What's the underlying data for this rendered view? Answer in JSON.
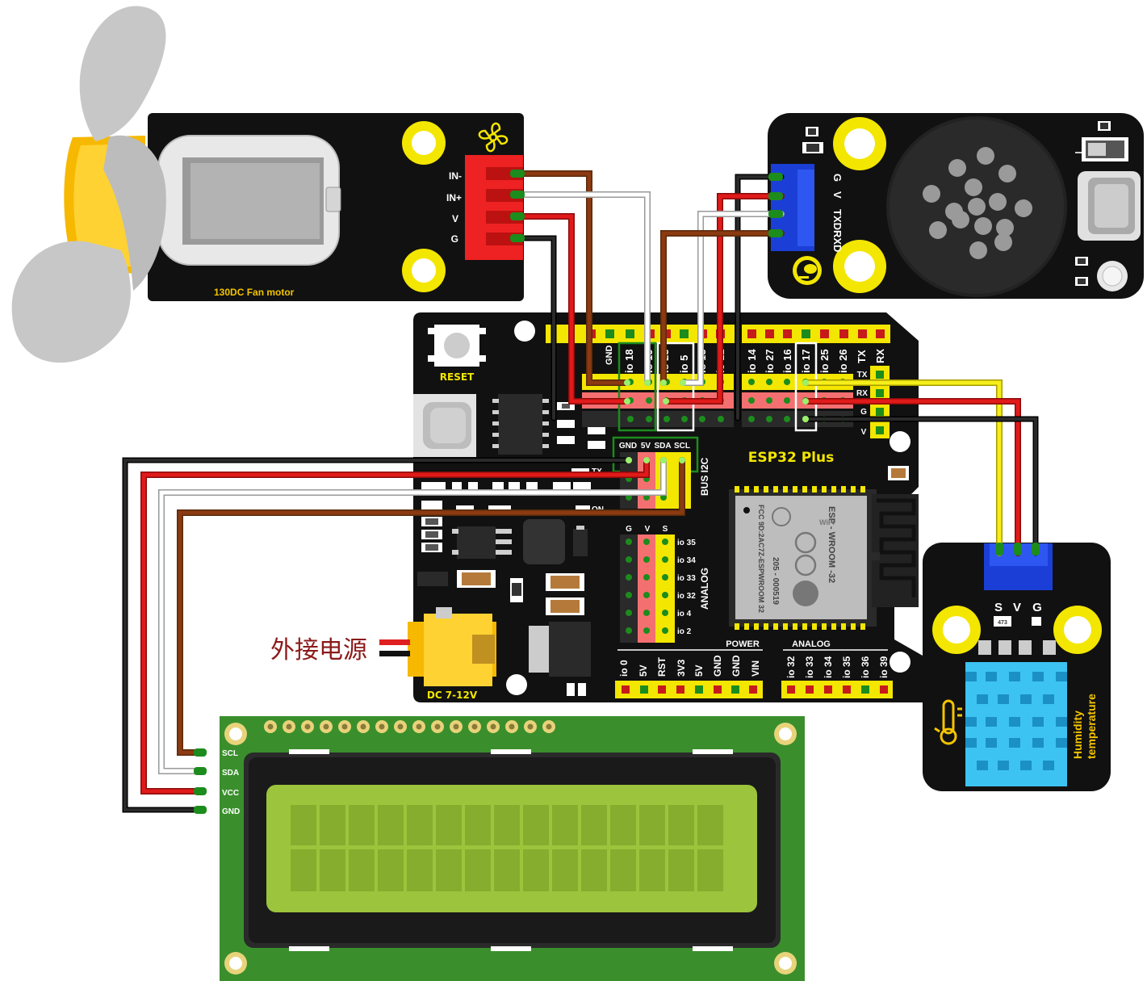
{
  "fan": {
    "caption": "130DC Fan motor",
    "pins": [
      "IN-",
      "IN+",
      "V",
      "G"
    ]
  },
  "voice": {
    "pins": [
      "G",
      "V",
      "TXD",
      "RXD"
    ]
  },
  "board": {
    "reset": "RESET",
    "title": "ESP32 Plus",
    "power_jack": "DC 7-12V",
    "external_power": "外接电源",
    "top_left_labels": [
      "GND",
      "io 18",
      "io 19",
      "io 23",
      "io 5",
      "io 13",
      "io 12"
    ],
    "top_right_labels": [
      "io 14",
      "io 27",
      "io 16",
      "io 17",
      "io 25",
      "io 26",
      "TX",
      "RX"
    ],
    "uart_side": [
      "TX",
      "RX",
      "G",
      "V"
    ],
    "i2c_labels": [
      "GND",
      "5V",
      "SDA",
      "SCL"
    ],
    "i2c_title": "BUS I2C",
    "analog_gvs": [
      "G",
      "V",
      "S"
    ],
    "analog_pins": [
      "io 35",
      "io 34",
      "io 33",
      "io 32",
      "io 4",
      "io 2"
    ],
    "analog_vertical": "ANALOG",
    "power_title": "POWER",
    "analog_title": "ANALOG",
    "power_pins": [
      "io 0",
      "5V",
      "RST",
      "3V3",
      "5V",
      "GND",
      "GND",
      "VIN"
    ],
    "analog_bottom_pins": [
      "io 32",
      "io 33",
      "io 34",
      "io 35",
      "io 36",
      "io 39"
    ],
    "tx_small": "TX",
    "on_small": "ON",
    "module": {
      "name": "ESP - WROOM -32",
      "cert": "205 - 000519",
      "fcc": "FCC 9D:2AC7Z-ESPWROOM 32",
      "wifi": "WiFi"
    }
  },
  "sensor": {
    "pins": [
      "S",
      "V",
      "G"
    ],
    "label1": "Humidity",
    "label2": "temperature",
    "resistor": "473"
  },
  "lcd": {
    "pins": [
      "SCL",
      "SDA",
      "VCC",
      "GND"
    ]
  }
}
